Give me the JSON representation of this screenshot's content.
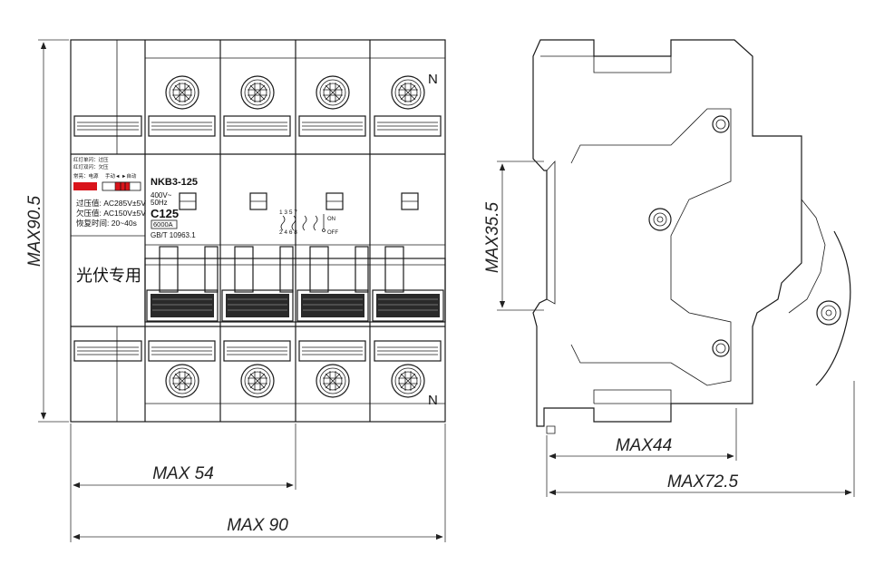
{
  "front_view": {
    "status_legend": [
      "红灯单闪：过压",
      "红灯双闪：欠压",
      "常亮：电源",
      "手动◄ ►自动"
    ],
    "settings": [
      "过压值: AC285V±5V",
      "欠压值: AC150V±5V",
      "恢复时间: 20~40s"
    ],
    "pv_label": "光伏专用",
    "model": "NKB3-125",
    "voltage": "400V~",
    "frequency": "50Hz",
    "rating": "C125",
    "breaking_capacity": "6000A",
    "standard": "GB/T 10963.1",
    "terminals_top": "1 3 5 7",
    "terminals_bottom": "2 4 6 8",
    "on_label": "ON",
    "off_label": "OFF",
    "neutral_top": "N",
    "neutral_bottom": "N"
  },
  "dimensions": {
    "height": "MAX90.5",
    "width_partial": "MAX 54",
    "width_total": "MAX 90",
    "side_height": "MAX35.5",
    "side_depth_partial": "MAX44",
    "side_depth_total": "MAX72.5"
  },
  "colors": {
    "indicator_red": "#d9141b",
    "line": "#1a1a1a"
  }
}
